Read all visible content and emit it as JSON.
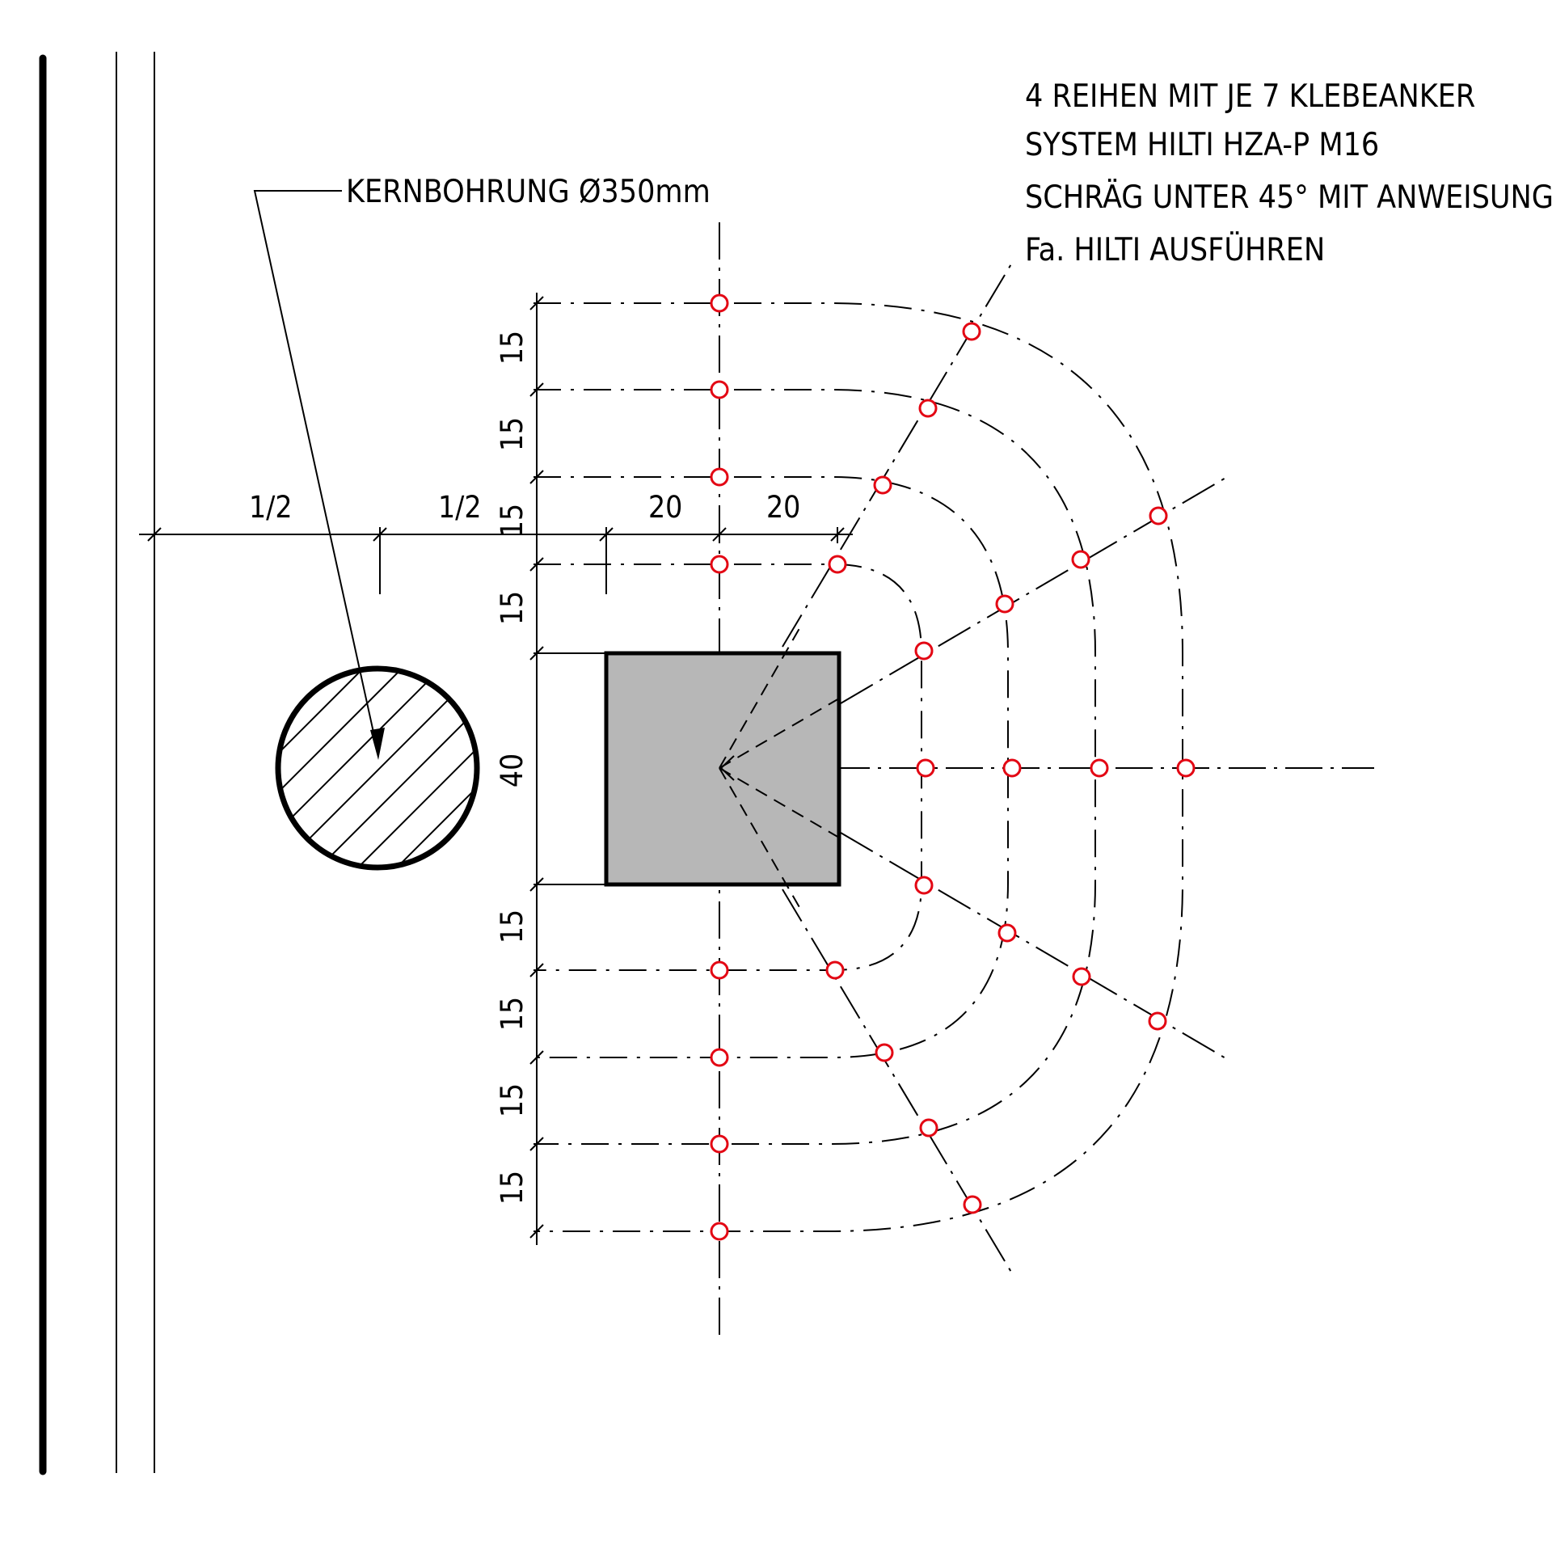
{
  "notes": {
    "line1": "4 REIHEN MIT JE 7 KLEBEANKER",
    "line2": "SYSTEM HILTI HZA-P M16",
    "line3": "SCHRÄG UNTER 45°  MIT ANWEISUNG",
    "line4": "Fa. HILTI AUSFÜHREN"
  },
  "core_drill": {
    "label": "KERNBOHRUNG Ø350mm"
  },
  "dimensions": {
    "horizontal": [
      "1/2",
      "1/2",
      "20",
      "20"
    ],
    "vertical_upper": [
      "15",
      "15",
      "15",
      "15"
    ],
    "column": "40",
    "vertical_lower": [
      "15",
      "15",
      "15",
      "15"
    ]
  },
  "colors": {
    "anchor": "#e30613",
    "column_fill": "#b7b7b7",
    "line": "#000000"
  },
  "anchor_grid": {
    "rows": 4,
    "anchors_per_row": 7,
    "spacing_cm": 15,
    "column_size_cm": 40,
    "column_offset_cm": 20
  }
}
